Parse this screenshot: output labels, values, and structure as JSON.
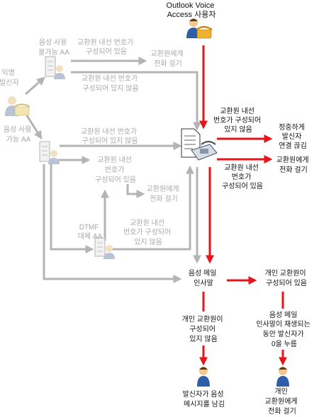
{
  "colors": {
    "active_path": "#e8141a",
    "inactive_path": "#b4b4b4",
    "active_text": "#111111",
    "inactive_text": "#a9a9a9"
  },
  "icons": {
    "ova_user": "user-with-phone-icon",
    "anonymous_caller": "caller-with-phone-icon",
    "aa_servers": "auto-attendant-server-icon",
    "ova_server": "voice-access-server-with-phone-icon",
    "endpoints": "person-icon"
  },
  "labels": {
    "ova_user": [
      "Outlook Voice",
      "Access 사용자"
    ],
    "anonymous_caller": [
      "익명",
      "발신자"
    ],
    "speech_disabled_aa": [
      "음성 사용",
      "불가능 AA"
    ],
    "speech_enabled_aa": [
      "음성 사용",
      "가능 AA"
    ],
    "dtmf_fallback_aa": [
      "DTMF",
      "대체 AA"
    ],
    "gray_configured_top": [
      "교환원 내선 번호가",
      "구성되어 있음"
    ],
    "gray_transfer_top": [
      "교환원에게",
      "전화 걸기"
    ],
    "gray_not_configured_top": [
      "교환원 내선 번호가",
      "구성되어 있지 않음"
    ],
    "gray_not_configured_mid": [
      "교환원 내선 번호가",
      "구성되어 있지 않음"
    ],
    "gray_configured_mid": [
      "교환원 내선",
      "번호가",
      "구성되어 있음"
    ],
    "gray_transfer_mid": [
      "교환원에게",
      "전화 걸기"
    ],
    "gray_configured_low": [
      "교환원 내선",
      "번호가 구성되어",
      "있지 않음"
    ],
    "red_not_configured": [
      "교환원 내선",
      "번호가 구성되어",
      "있지 않음"
    ],
    "politely_disconnect": [
      "정중하게",
      "발신자",
      "연결 끊김"
    ],
    "red_configured": [
      "교환원 내선",
      "번호가",
      "구성되어 있음"
    ],
    "red_transfer": [
      "교환원에게",
      "전화 걸기"
    ],
    "voicemail_greeting": [
      "음성 메일",
      "인사말"
    ],
    "personal_configured": [
      "개인 교환원이",
      "구성되어 있음"
    ],
    "personal_not_configured": [
      "개인 교환원이",
      "구성되어",
      "있지 않음"
    ],
    "press_zero": [
      "음성 메일",
      "인사말이 재생되는",
      "동안 발신자가",
      "0을 누름"
    ],
    "leaves_message": [
      "발신자가 음성",
      "메시지를 남김"
    ],
    "transfer_personal": [
      "개인",
      "교환원에게",
      "전화 걸기"
    ]
  }
}
